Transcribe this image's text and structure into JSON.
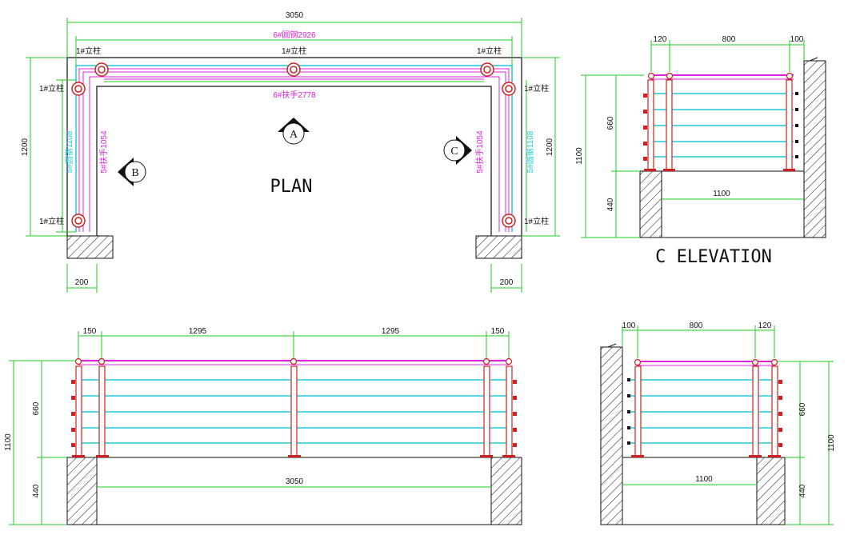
{
  "plan": {
    "title": "PLAN",
    "dim_total": "3050",
    "dim_depth_left": "1200",
    "dim_depth_right": "1200",
    "dim_foot_left": "200",
    "dim_foot_right": "200",
    "fence_top_label": "6#圆钢2926",
    "rail_top_label": "6#扶手2778",
    "fence_side_left_label": "5#圆钢1108",
    "rail_side_left_label": "5#扶手1054",
    "fence_side_right_label": "5#圆钢1108",
    "rail_side_right_label": "5#扶手1054",
    "post_label": "1#立柱",
    "marker_a": "A",
    "marker_b": "B",
    "marker_c": "C"
  },
  "c_elevation": {
    "title": "C ELEVATION",
    "dim_120": "120",
    "dim_800": "800",
    "dim_100": "100",
    "dim_660": "660",
    "dim_1100_v": "1100",
    "dim_440": "440",
    "dim_1100_h": "1100"
  },
  "a_elevation": {
    "dim_150_l": "150",
    "dim_1295_l": "1295",
    "dim_1295_r": "1295",
    "dim_150_r": "150",
    "dim_660": "660",
    "dim_1100": "1100",
    "dim_440": "440",
    "dim_3050": "3050"
  },
  "b_elevation": {
    "dim_100": "100",
    "dim_800": "800",
    "dim_120": "120",
    "dim_660": "660",
    "dim_1100_v": "1100",
    "dim_440": "440",
    "dim_1100_h": "1100"
  },
  "colors": {
    "dimension": "#22cc22",
    "handrail": "#e020e0",
    "bar": "#22c8d8",
    "post": "#d02020",
    "outline": "#111111"
  }
}
